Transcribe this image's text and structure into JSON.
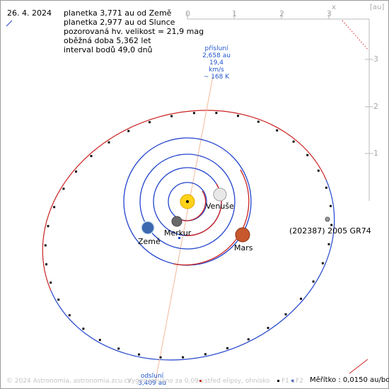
{
  "date": "26. 4. 2024",
  "info_lines": [
    "planetka 3,771 au od Země",
    "planetka 2,977 au od Slunce",
    "pozorovaná hv. velikost = 21,9 mag",
    "oběžná doba 5,362 let",
    "interval bodů 49,0 dnů"
  ],
  "axis": {
    "x_ticks": [
      "0",
      "1",
      "2",
      "3"
    ],
    "y_ticks": [
      "1",
      "2",
      "3"
    ],
    "x_label": "x",
    "unit_label": "[au]"
  },
  "perihelion": {
    "title": "přísluní",
    "distance": "2,658 au",
    "speed": "19,4 km/s",
    "time": "~ 168 K"
  },
  "aphelion": {
    "title": "odsluní",
    "distance": "3,409 au"
  },
  "bodies": {
    "venus": "Venuše",
    "earth": "Země",
    "mercury": "Merkur",
    "mars": "Mars",
    "asteroid": "(202387) 2005 GR74"
  },
  "footer": {
    "copyright": "© 2024 Astronomia, astronomia.zcu.cz",
    "render": "Vygenerováno za 0,09 s",
    "legend_center": "střed elipsy, ohnisko",
    "legend_f1": "F1 a",
    "legend_f2": "F2",
    "scale": "Měřítko : 0,0150 au/bod"
  },
  "colors": {
    "orbit_red": "#cc2222",
    "orbit_blue": "#2244cc",
    "apsis_line": "#f2b89a",
    "grid": "#bbbbbb"
  }
}
